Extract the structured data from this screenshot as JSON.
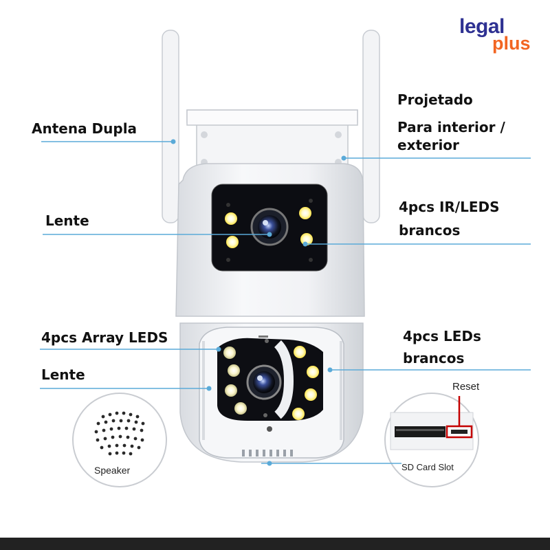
{
  "brand": {
    "part1": "legal",
    "part2": "plus"
  },
  "labels": {
    "antenna": "Antena Dupla",
    "lens_top": "Lente",
    "array_leds": "4pcs Array LEDS",
    "lens_bottom": "Lente",
    "designed_line1": "Projetado",
    "designed_line2": "Para interior /",
    "designed_line3": "exterior",
    "ir_leds_line1": "4pcs IR/LEDS",
    "ir_leds_line2": "brancos",
    "white_leds_line1": "4pcs LEDs",
    "white_leds_line2": "brancos"
  },
  "insets": {
    "speaker": "Speaker",
    "sd_slot": "SD Card Slot",
    "reset": "Reset"
  },
  "colors": {
    "leader_line": "#5aaad8",
    "camera_body": "#eef0f3",
    "led_glow": "#ffee70",
    "brand_blue": "#2e3192",
    "brand_orange": "#f26522"
  }
}
